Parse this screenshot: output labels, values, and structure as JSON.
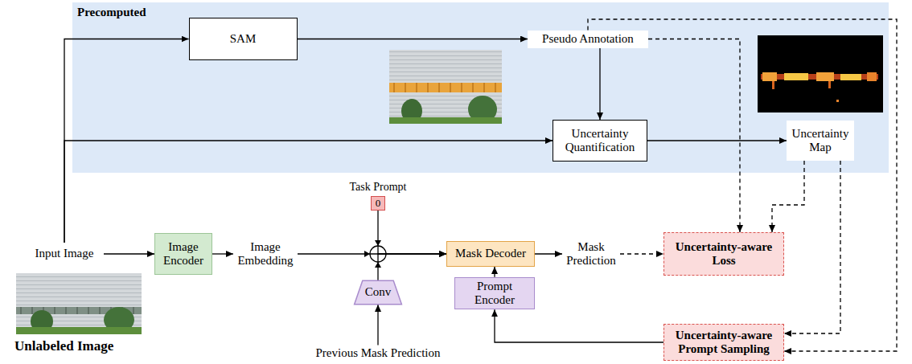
{
  "diagram": {
    "nodes": [
      {
        "text": [
          "Precomputed"
        ]
      },
      {
        "text": [
          "SAM"
        ],
        "in": 0
      },
      {
        "text": [
          "Pseudo Annotation"
        ],
        "in": 0
      },
      {
        "text": [
          "Uncertainty Quantification"
        ],
        "in": 0
      },
      {
        "text": [
          "Uncertainty Map"
        ],
        "in": 0
      },
      {
        "text": [
          "Input Image"
        ]
      },
      {
        "text": [
          "Image Encoder"
        ]
      },
      {
        "text": [
          "Image Embedding"
        ]
      },
      {
        "text": [
          "Task Prompt",
          "0"
        ]
      },
      {
        "text": [
          "Mask Decoder"
        ]
      },
      {
        "text": [
          "Mask Prediction"
        ]
      },
      {
        "text": [
          "Uncertainty-aware Loss"
        ]
      },
      {
        "text": [
          "Conv"
        ]
      },
      {
        "text": [
          "Prompt Encoder"
        ]
      },
      {
        "text": [
          "Previous Mask Prediction"
        ]
      },
      {
        "text": [
          "Uncertainty-aware Prompt Sampling"
        ]
      }
    ],
    "edges": [
      {
        "from": 5,
        "to": 1,
        "arrow": "to"
      },
      {
        "from": 5,
        "to": 3,
        "arrow": "to"
      },
      {
        "from": 1,
        "to": 2,
        "arrow": "to"
      },
      {
        "from": 2,
        "to": 3,
        "arrow": "to"
      },
      {
        "from": 3,
        "to": 4,
        "arrow": "to"
      },
      {
        "from": 2,
        "to": 11,
        "arrow": "to"
      },
      {
        "from": 2,
        "to": 15,
        "arrow": "to"
      },
      {
        "from": 4,
        "to": 11,
        "arrow": "to"
      },
      {
        "from": 4,
        "to": 15,
        "arrow": "to"
      },
      {
        "from": 5,
        "to": 6,
        "arrow": "to"
      },
      {
        "from": 6,
        "to": 7,
        "arrow": "to"
      },
      {
        "from": 7,
        "to": 9,
        "arrow": "to"
      },
      {
        "from": 8,
        "to": 9,
        "arrow": "to"
      },
      {
        "from": 12,
        "to": 9,
        "arrow": "to"
      },
      {
        "from": 14,
        "to": 12,
        "arrow": "to"
      },
      {
        "from": 13,
        "to": 9,
        "arrow": "to"
      },
      {
        "from": 9,
        "to": 10,
        "arrow": "to"
      },
      {
        "from": 10,
        "to": 11,
        "arrow": "to"
      },
      {
        "from": 15,
        "to": 13,
        "arrow": "to"
      }
    ],
    "labels": [
      "Unlabeled Image"
    ]
  }
}
